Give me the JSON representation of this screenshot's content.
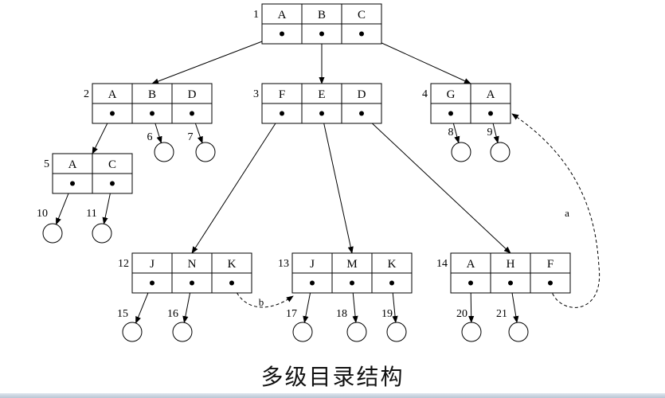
{
  "caption": "多级目录结构",
  "colors": {
    "stroke": "#000000",
    "background": "#ffffff",
    "bar": "#c4d0dc"
  },
  "nodes": [
    {
      "id": "1",
      "keys": [
        "A",
        "B",
        "C"
      ]
    },
    {
      "id": "2",
      "keys": [
        "A",
        "B",
        "D"
      ]
    },
    {
      "id": "3",
      "keys": [
        "F",
        "E",
        "D"
      ]
    },
    {
      "id": "4",
      "keys": [
        "G",
        "A"
      ]
    },
    {
      "id": "5",
      "keys": [
        "A",
        "C"
      ]
    },
    {
      "id": "12",
      "keys": [
        "J",
        "N",
        "K"
      ]
    },
    {
      "id": "13",
      "keys": [
        "J",
        "M",
        "K"
      ]
    },
    {
      "id": "14",
      "keys": [
        "A",
        "H",
        "F"
      ]
    }
  ],
  "leaves": [
    "6",
    "7",
    "8",
    "9",
    "10",
    "11",
    "15",
    "16",
    "17",
    "18",
    "19",
    "20",
    "21"
  ],
  "links": [
    {
      "from": "1",
      "to": "2"
    },
    {
      "from": "1",
      "to": "3"
    },
    {
      "from": "1",
      "to": "4"
    },
    {
      "from": "2",
      "to": "5"
    },
    {
      "from": "2",
      "to": "6"
    },
    {
      "from": "2",
      "to": "7"
    },
    {
      "from": "3",
      "to": "12"
    },
    {
      "from": "3",
      "to": "13"
    },
    {
      "from": "3",
      "to": "14"
    },
    {
      "from": "4",
      "to": "8"
    },
    {
      "from": "4",
      "to": "9"
    },
    {
      "from": "5",
      "to": "10"
    },
    {
      "from": "5",
      "to": "11"
    },
    {
      "from": "12",
      "to": "15"
    },
    {
      "from": "12",
      "to": "16"
    },
    {
      "from": "13",
      "to": "17"
    },
    {
      "from": "13",
      "to": "18"
    },
    {
      "from": "13",
      "to": "19"
    },
    {
      "from": "14",
      "to": "20"
    },
    {
      "from": "14",
      "to": "21"
    }
  ],
  "cross_links": [
    {
      "label": "b",
      "from": "12",
      "to": "13"
    },
    {
      "label": "a",
      "from": "14",
      "to": "4"
    }
  ]
}
